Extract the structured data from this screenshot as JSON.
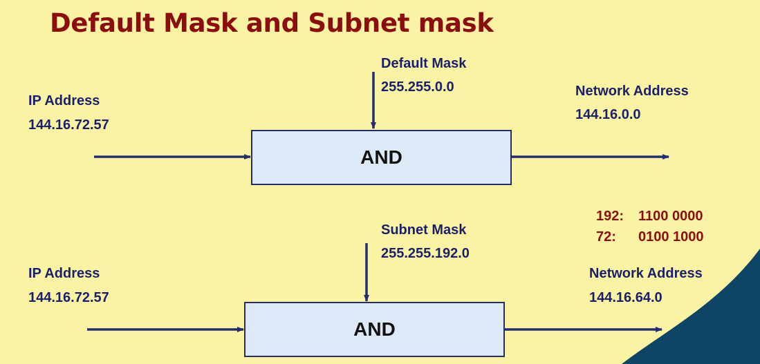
{
  "title": "Default Mask and Subnet mask",
  "colors": {
    "background": "#f9f3a3",
    "title": "#8b0d0d",
    "label": "#1b1f6b",
    "arrow": "#242a73",
    "box_fill": "#dde9f7",
    "binary_text": "#8b0d0d",
    "corner_accent": "#0e4466"
  },
  "top": {
    "ip_label": "IP Address",
    "ip_value": "144.16.72.57",
    "mask_label": "Default Mask",
    "mask_value": "255.255.0.0",
    "operation": "AND",
    "network_label": "Network  Address",
    "network_value": "144.16.0.0"
  },
  "bottom": {
    "ip_label": "IP Address",
    "ip_value": "144.16.72.57",
    "mask_label": "Subnet Mask",
    "mask_value": "255.255.192.0",
    "operation": "AND",
    "network_label": "Network  Address",
    "network_value": "144.16.64.0"
  },
  "binary_notes": [
    {
      "decimal": "192:",
      "binary": "1100 0000"
    },
    {
      "decimal": "72:",
      "binary": "0100 1000"
    }
  ]
}
